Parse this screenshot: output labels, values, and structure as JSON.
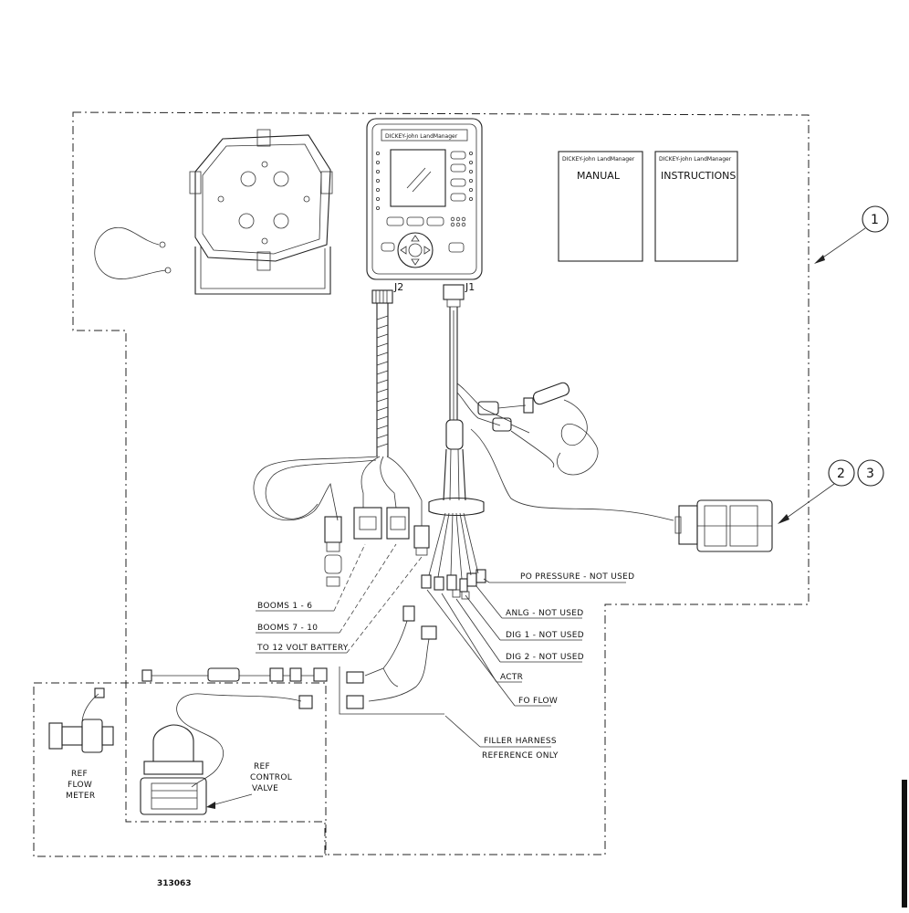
{
  "console": {
    "brand": "DICKEY-john LandManager",
    "port_j1": "J1",
    "port_j2": "J2"
  },
  "documents": {
    "manual_brand": "DICKEY-john LandManager",
    "manual_title": "MANUAL",
    "instructions_brand": "DICKEY-john LandManager",
    "instructions_title": "INSTRUCTIONS"
  },
  "callouts": {
    "c1": "1",
    "c2": "2",
    "c3": "3"
  },
  "labels": {
    "booms_1_6": "BOOMS 1 - 6",
    "booms_7_10": "BOOMS 7 - 10",
    "battery": "TO 12 VOLT BATTERY",
    "po_pressure": "PO PRESSURE - NOT USED",
    "anlg": "ANLG - NOT USED",
    "dig1": "DIG 1 - NOT USED",
    "dig2": "DIG 2 - NOT USED",
    "actr": "ACTR",
    "fo_flow": "FO FLOW",
    "filler_harness": "FILLER HARNESS",
    "reference_only": "REFERENCE ONLY",
    "ref_flow_line1": "REF",
    "ref_flow_line2": "FLOW",
    "ref_flow_line3": "METER",
    "ref_valve_line1": "REF",
    "ref_valve_line2": "CONTROL",
    "ref_valve_line3": "VALVE"
  },
  "figure_number": "313063"
}
